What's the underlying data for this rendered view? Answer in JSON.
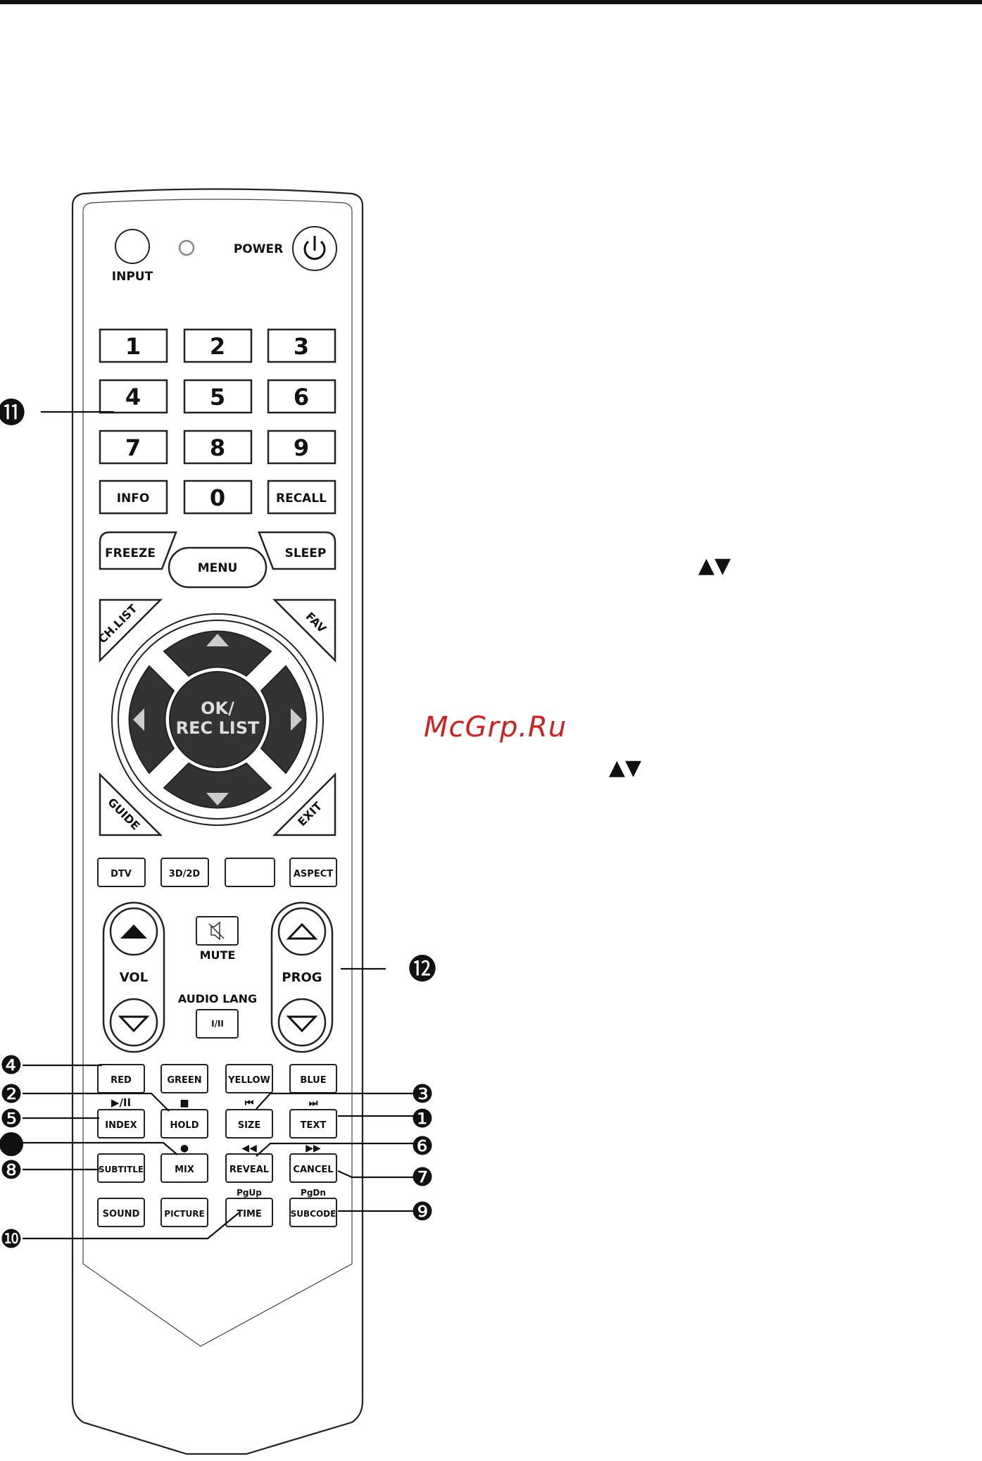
{
  "remote": {
    "input_label": "INPUT",
    "power_label": "POWER",
    "number_keys": [
      "1",
      "2",
      "3",
      "4",
      "5",
      "6",
      "7",
      "8",
      "9"
    ],
    "info_label": "INFO",
    "zero_label": "0",
    "recall_label": "RECALL",
    "freeze_label": "FREEZE",
    "menu_label": "MENU",
    "sleep_label": "SLEEP",
    "chlist_label": "CH.LIST",
    "fav_label": "FAV",
    "ok_line1": "OK/",
    "ok_line2": "REC LIST",
    "guide_label": "GUIDE",
    "exit_label": "EXIT",
    "dtv_label": "DTV",
    "threed_label": "3D/2D",
    "blank_label": "",
    "aspect_label": "ASPECT",
    "vol_label": "VOL",
    "mute_label": "MUTE",
    "audio_lang_label": "AUDIO LANG",
    "audio_key_label": "I/II",
    "prog_label": "PROG",
    "color_keys": [
      "RED",
      "GREEN",
      "YELLOW",
      "BLUE"
    ],
    "row_teletext1": [
      "INDEX",
      "HOLD",
      "SIZE",
      "TEXT"
    ],
    "row_teletext1_symbols": [
      "▶/II",
      "■",
      "⏮",
      "⏭"
    ],
    "row_teletext2": [
      "SUBTITLE",
      "MIX",
      "REVEAL",
      "CANCEL"
    ],
    "row_teletext2_symbols": [
      "",
      "●",
      "◀◀",
      "▶▶"
    ],
    "row_bottom": [
      "SOUND",
      "PICTURE",
      "TIME",
      "SUBCODE"
    ],
    "row_bottom_symbols": [
      "",
      "",
      "PgUp",
      "PgDn"
    ]
  },
  "callouts": {
    "n1": "❶",
    "n2": "❷",
    "n3": "❸",
    "n4": "❹",
    "n5": "❺",
    "n6": "❻",
    "n7": "❼",
    "n8": "❽",
    "n9": "❾",
    "n10": "❿",
    "n11": "⓫",
    "n12": "⓬"
  },
  "side_arrows_1": "▲▼",
  "side_arrows_2": "▲▼",
  "watermark": "McGrp.Ru"
}
